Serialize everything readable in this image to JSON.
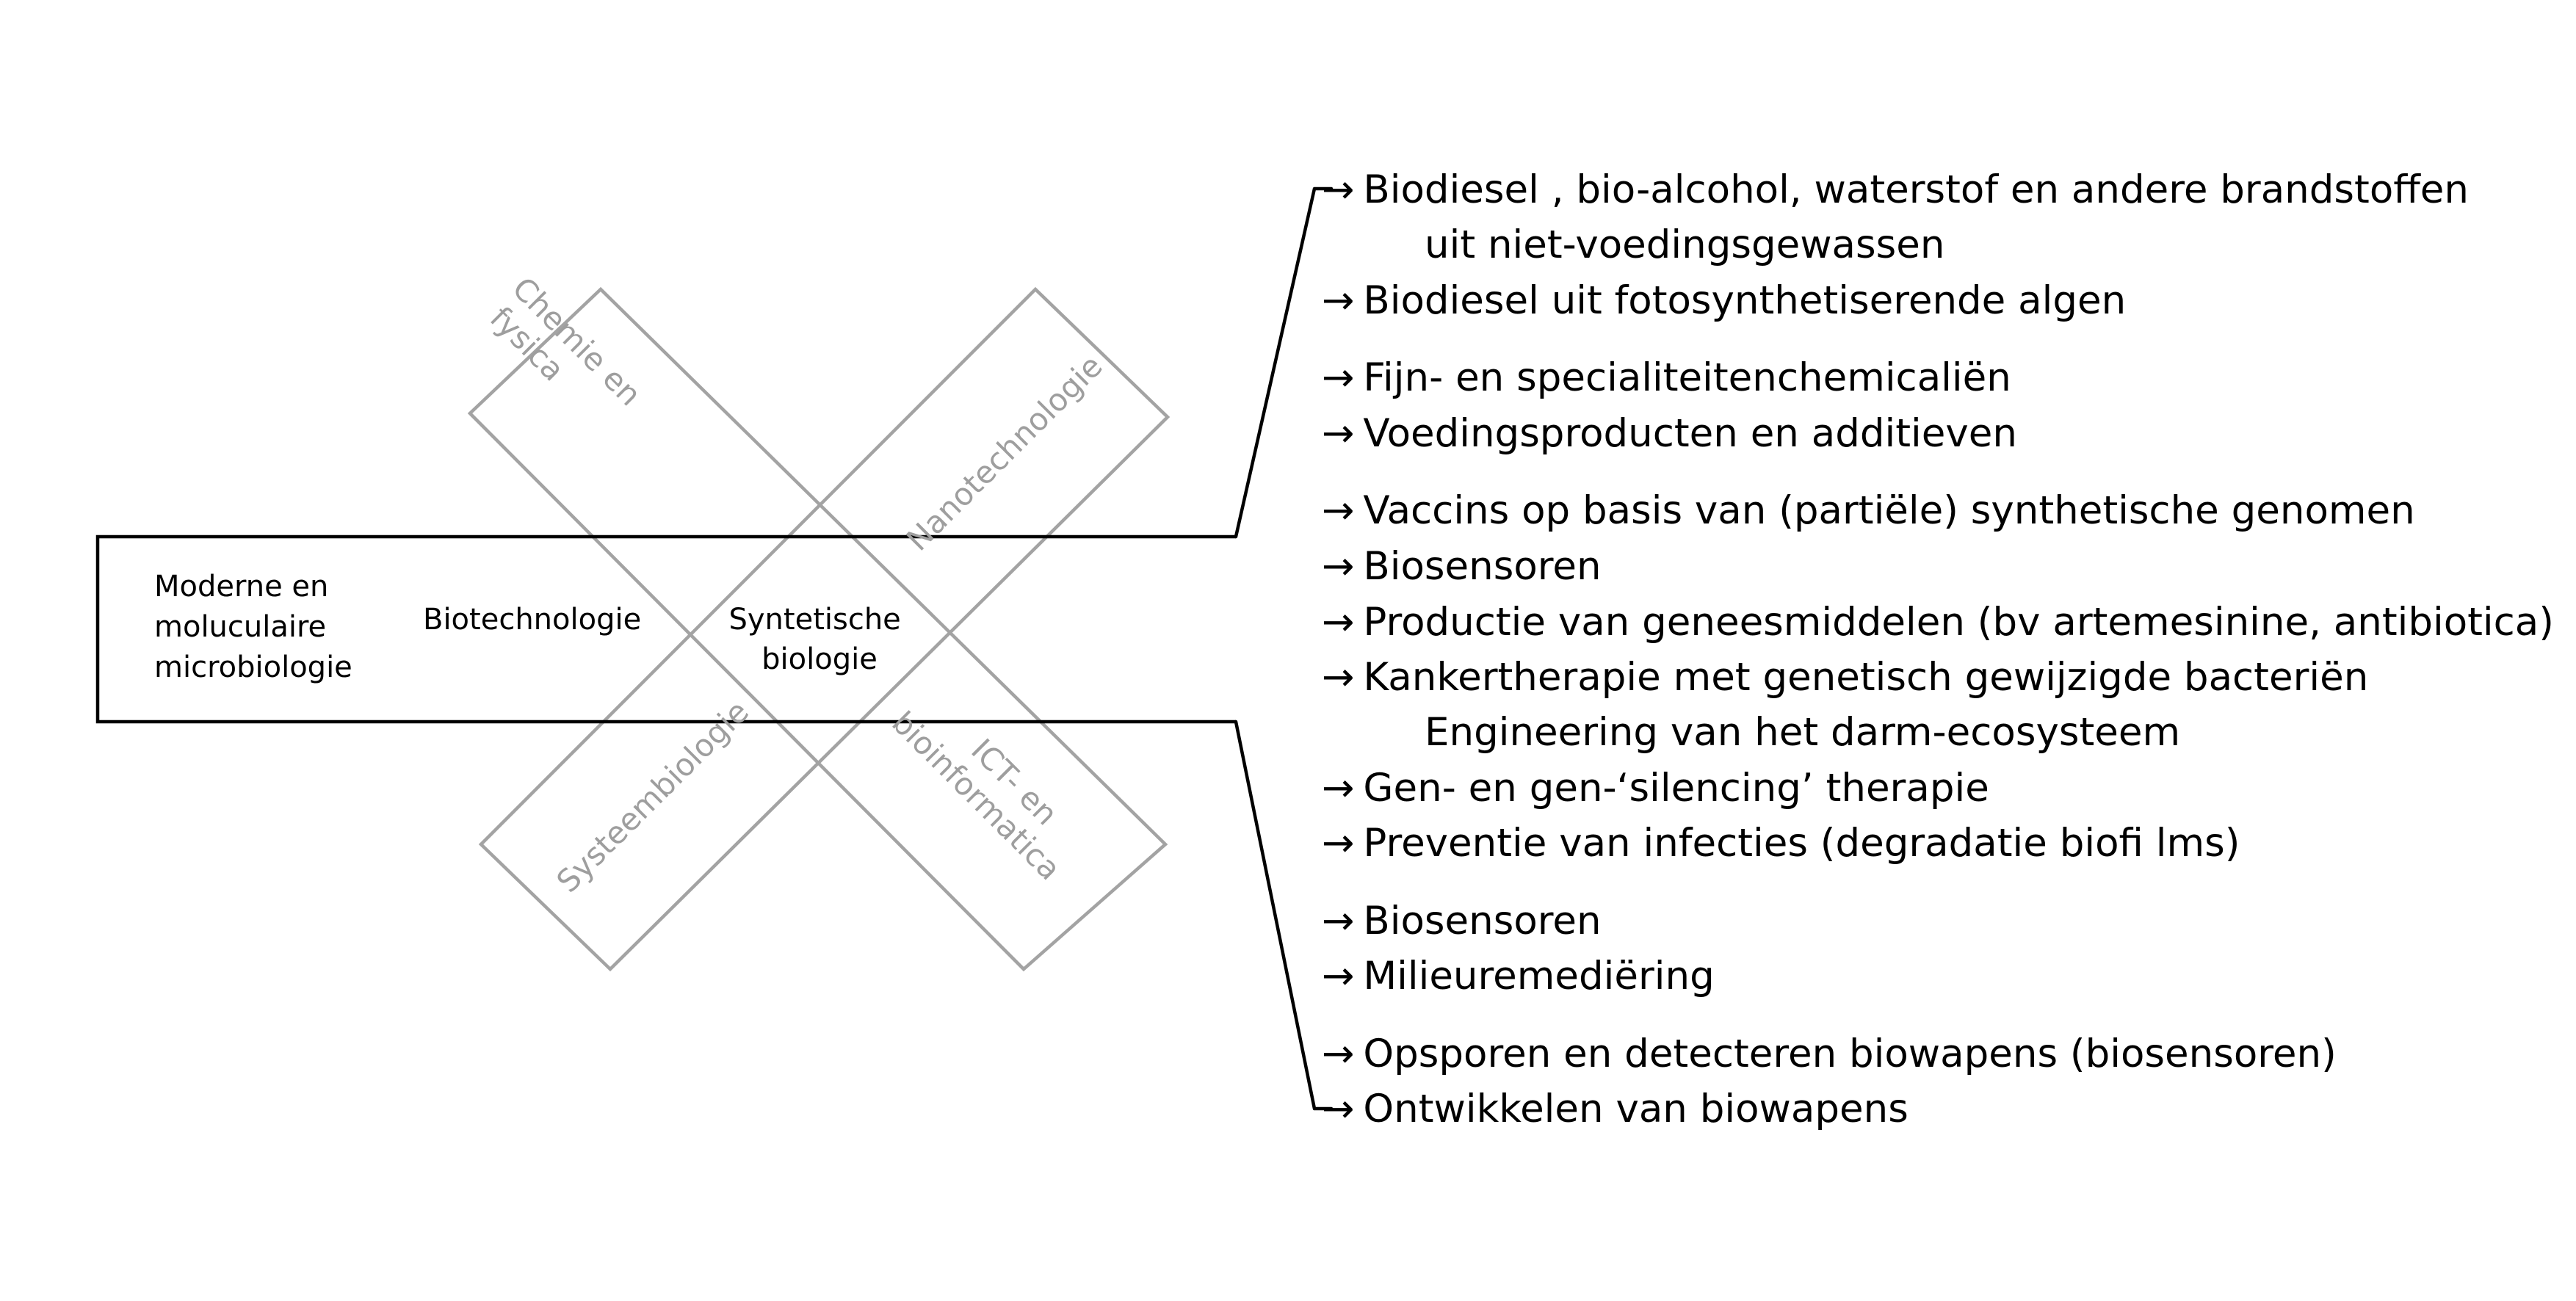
{
  "colors": {
    "bars": "#a3a3a3",
    "diagonal_text": "#9e9e9e",
    "text": "#000000",
    "background": "#ffffff"
  },
  "band": {
    "col1": [
      "Moderne en",
      "moluculaire",
      "microbiologie"
    ],
    "col2": "Biotechnologie",
    "col3": [
      "Syntetische",
      "biologie"
    ]
  },
  "bars": {
    "chemie": [
      "Chemie en",
      "fysica"
    ],
    "nano": "Nanotechnologie",
    "systeem": "Systeembiologie",
    "ict": [
      "ICT- en",
      "bioinformatica"
    ]
  },
  "arrow": "→",
  "applications": [
    "Biodiesel , bio-alcohol, waterstof en andere brandstoffen",
    "uit niet-voedingsgewassen",
    "Biodiesel uit fotosynthetiserende algen",
    "Fijn- en specialiteitenchemicaliën",
    "Voedingsproducten en additieven",
    "Vaccins op basis van (partiële) synthetische genomen",
    "Biosensoren",
    "Productie van geneesmiddelen (bv artemesinine, antibiotica)",
    "Kankertherapie met genetisch gewijzigde bacteriën",
    "Engineering van het darm-ecosysteem",
    "Gen- en gen-‘silencing’ therapie",
    "Preventie van infecties (degradatie biofi lms)",
    "Biosensoren",
    "Milieuremediëring",
    "Opsporen en detecteren biowapens (biosensoren)",
    "Ontwikkelen van biowapens"
  ]
}
